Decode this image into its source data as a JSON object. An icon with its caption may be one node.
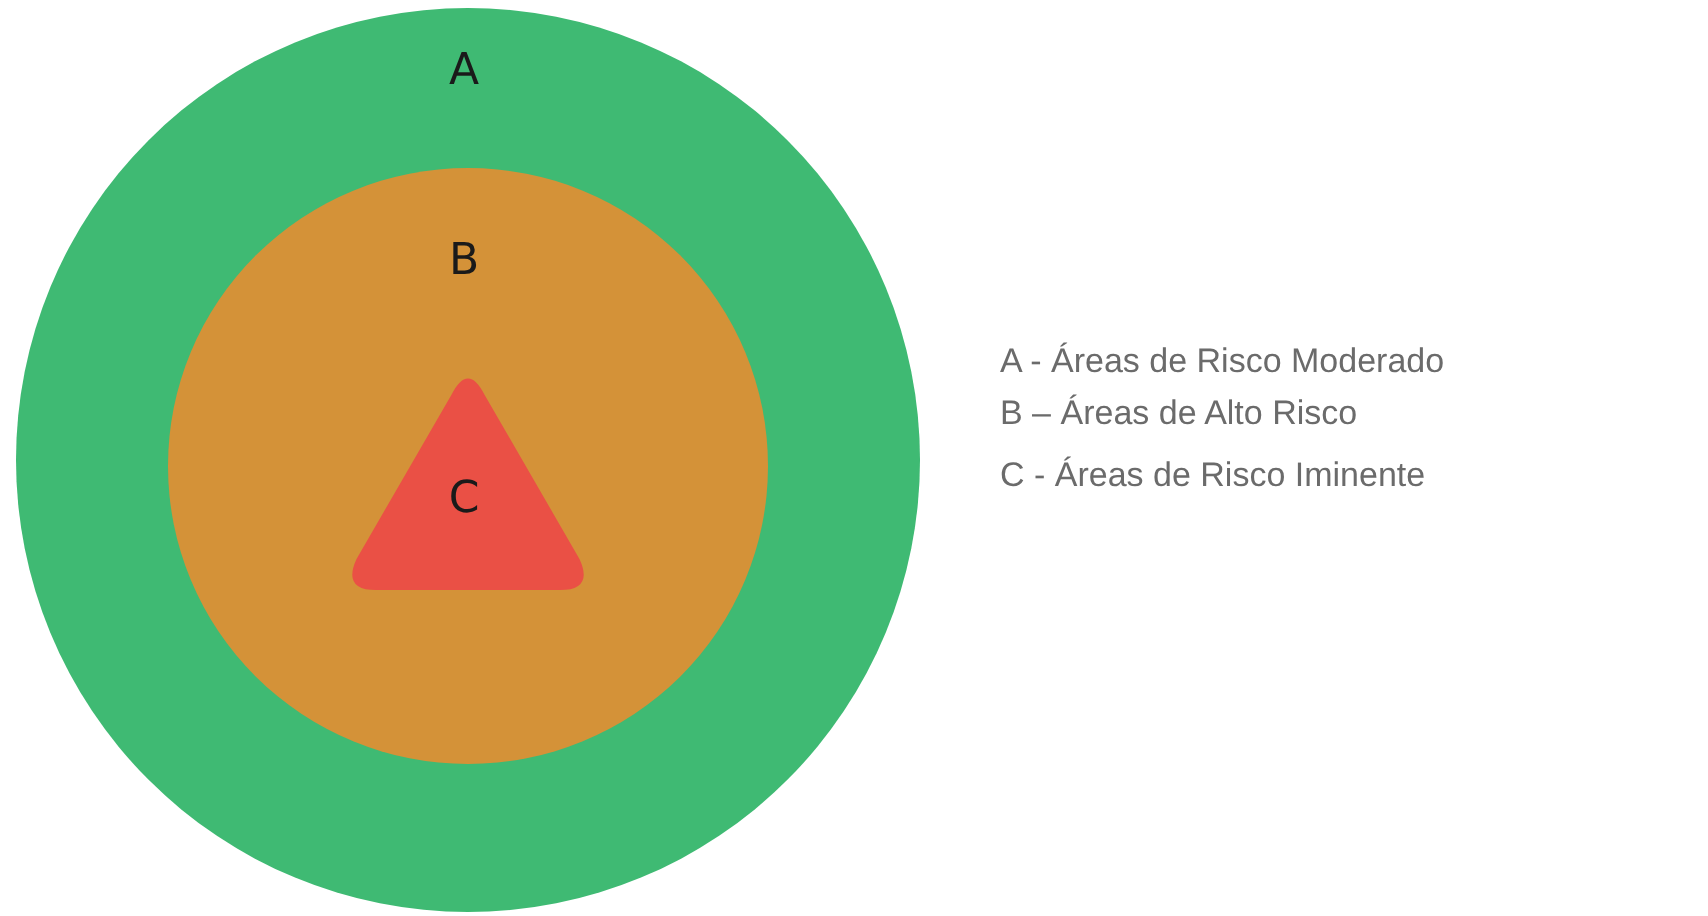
{
  "diagram": {
    "nodes": [
      {
        "text": [
          "A"
        ]
      },
      {
        "text": [
          "B"
        ],
        "in": 0
      },
      {
        "text": [
          "C"
        ],
        "in": 1
      }
    ],
    "labels": [
      "A - Áreas de Risco Moderado",
      "B – Áreas de Alto Risco",
      "C - Áreas de Risco Iminente"
    ]
  }
}
